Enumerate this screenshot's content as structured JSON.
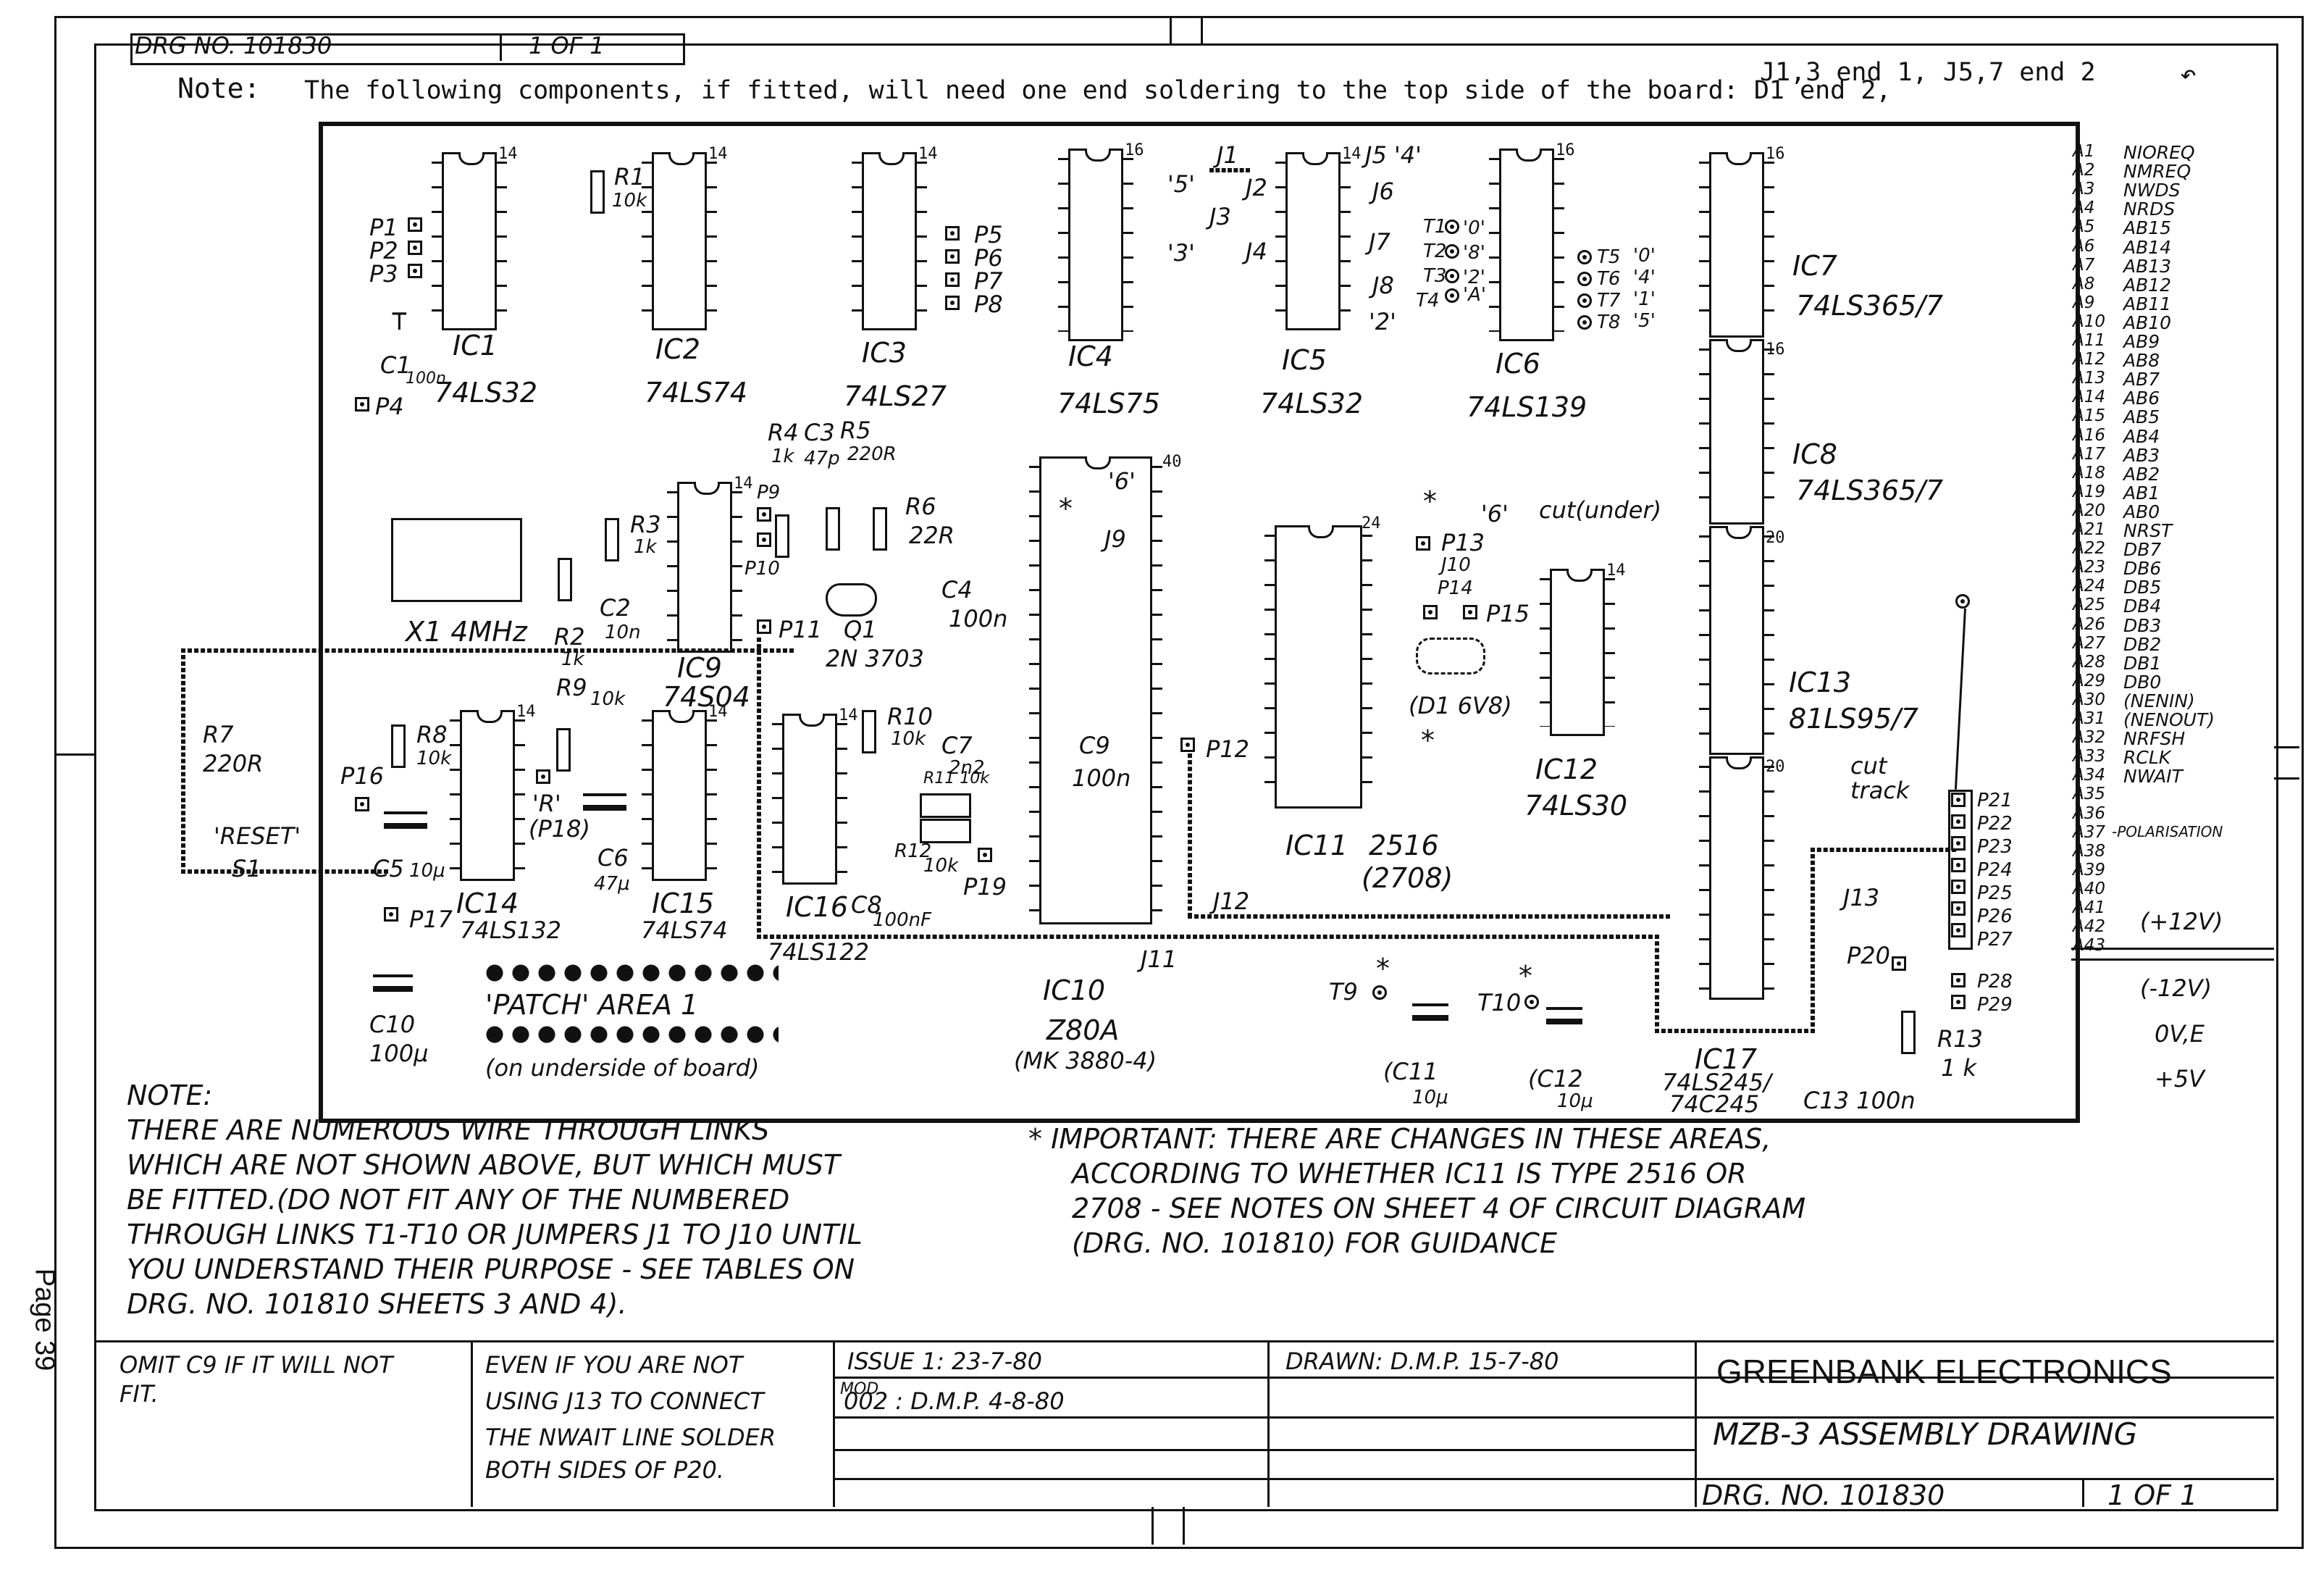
{
  "drawing_number_tab": {
    "label": "DRG NO. 101830",
    "sheet": "1 OF 1"
  },
  "page_label": "Page 39",
  "top_note": {
    "prefix": "Note:",
    "text": "The following components, if fitted, will need one end soldering to the top side of the board: D1 end 2,",
    "continuation": "J1,3 end 1, J5,7 end 2"
  },
  "ics": [
    {
      "ref": "IC1",
      "type": "74LS32",
      "pins_label": "14"
    },
    {
      "ref": "IC2",
      "type": "74LS74",
      "pins_label": "14"
    },
    {
      "ref": "IC3",
      "type": "74LS27",
      "pins_label": "14"
    },
    {
      "ref": "IC4",
      "type": "74LS75",
      "pins_label": "16"
    },
    {
      "ref": "IC5",
      "type": "74LS32",
      "pins_label": "14"
    },
    {
      "ref": "IC6",
      "type": "74LS139",
      "pins_label": "16"
    },
    {
      "ref": "IC7",
      "type": "74LS365/7",
      "pins_label": "16"
    },
    {
      "ref": "IC8",
      "type": "74LS365/7",
      "pins_label": "16"
    },
    {
      "ref": "IC9",
      "type": "74S04",
      "pins_label": "14"
    },
    {
      "ref": "IC10",
      "type": "Z80A",
      "sub": "(MK 3880-4)",
      "pins_label": "40"
    },
    {
      "ref": "IC11",
      "type": "2516",
      "sub": "(2708)",
      "pins_label": "24"
    },
    {
      "ref": "IC12",
      "type": "74LS30",
      "pins_label": "14"
    },
    {
      "ref": "IC13",
      "type": "81LS95/7",
      "pins_label": "20"
    },
    {
      "ref": "IC14",
      "type": "74LS132",
      "pins_label": "14"
    },
    {
      "ref": "IC15",
      "type": "74LS74",
      "pins_label": "14"
    },
    {
      "ref": "IC16",
      "type": "74LS122",
      "pins_label": "14"
    },
    {
      "ref": "IC17",
      "type": "74LS245/",
      "sub": "74C245",
      "pins_label": "20"
    }
  ],
  "passives": {
    "R1": "R1",
    "R1v": "10k",
    "R2": "R2",
    "R2v": "1k",
    "R3": "R3",
    "R3v": "1k",
    "R4": "R4",
    "R4v": "1k",
    "C3": "C3",
    "C3v": "47p",
    "R5": "R5",
    "R5v": "220R",
    "R6": "R6",
    "R6v": "22R",
    "R7": "R7",
    "R7v": "220R",
    "R8": "R8",
    "R8v": "10k",
    "R9": "R9",
    "R9v": "10k",
    "R10": "R10",
    "R10v": "10k",
    "R11": "R11 10k",
    "R12": "R12",
    "R12v": "10k",
    "R13": "R13",
    "R13v": "1 k",
    "C1": "C1",
    "C1v": "100n",
    "C2": "C2",
    "C2v": "10n",
    "C4": "C4",
    "C4v": "100n",
    "C5": "C5",
    "C5v": "10μ",
    "C6": "C6",
    "C6v": "47μ",
    "C7": "C7",
    "C7v": "2n2",
    "C8": "C8",
    "C8v": "100nF",
    "C9": "C9",
    "C9v": "100n",
    "C10": "C10",
    "C10v": "100μ",
    "C11": "(C11",
    "C11v": "10μ",
    "C12": "(C12",
    "C12v": "10μ",
    "C13": "C13 100n",
    "X1": "X1 4MHz",
    "Q1": "Q1",
    "Q1v": "2N 3703",
    "D1": "(D1 6V8)",
    "S1": "S1",
    "reset": "'RESET'",
    "cut_under": "cut(under)",
    "cut_track": "cut track",
    "R_pad": "'R'",
    "P18": "(P18)"
  },
  "pads": [
    "P1",
    "P2",
    "P3",
    "P4",
    "P5",
    "P6",
    "P7",
    "P8",
    "P9",
    "P10",
    "P11",
    "P12",
    "P13",
    "P14",
    "P15",
    "P16",
    "P17",
    "P19",
    "P20",
    "P21",
    "P22",
    "P23",
    "P24",
    "P25",
    "P26",
    "P27",
    "P28",
    "P29"
  ],
  "jumpers": [
    "J1",
    "J2",
    "J3",
    "J4",
    "J5",
    "J6",
    "J7",
    "J8",
    "J9",
    "J10",
    "J11",
    "J12",
    "J13"
  ],
  "jumper_marks": [
    "'5'",
    "'3'",
    "'4'",
    "'2'",
    "'6'"
  ],
  "test_points": {
    "left": [
      "T1",
      "T2",
      "T3",
      "T4"
    ],
    "left_vals": [
      "'0'",
      "'8'",
      "'2'",
      "'A'"
    ],
    "right": [
      "T5",
      "T6",
      "T7",
      "T8"
    ],
    "right_vals": [
      "'0'",
      "'4'",
      "'1'",
      "'5'"
    ],
    "T9": "T9",
    "T10": "T10"
  },
  "patch_area": {
    "title": "'PATCH' AREA 1",
    "note": "(on underside of board)"
  },
  "edge_connector": [
    [
      "A1",
      "NIOREQ"
    ],
    [
      "A2",
      "NMREQ"
    ],
    [
      "A3",
      "NWDS"
    ],
    [
      "A4",
      "NRDS"
    ],
    [
      "A5",
      "AB15"
    ],
    [
      "A6",
      "AB14"
    ],
    [
      "A7",
      "AB13"
    ],
    [
      "A8",
      "AB12"
    ],
    [
      "A9",
      "AB11"
    ],
    [
      "A10",
      "AB10"
    ],
    [
      "A11",
      "AB9"
    ],
    [
      "A12",
      "AB8"
    ],
    [
      "A13",
      "AB7"
    ],
    [
      "A14",
      "AB6"
    ],
    [
      "A15",
      "AB5"
    ],
    [
      "A16",
      "AB4"
    ],
    [
      "A17",
      "AB3"
    ],
    [
      "A18",
      "AB2"
    ],
    [
      "A19",
      "AB1"
    ],
    [
      "A20",
      "AB0"
    ],
    [
      "A21",
      "NRST"
    ],
    [
      "A22",
      "DB7"
    ],
    [
      "A23",
      "DB6"
    ],
    [
      "A24",
      "DB5"
    ],
    [
      "A25",
      "DB4"
    ],
    [
      "A26",
      "DB3"
    ],
    [
      "A27",
      "DB2"
    ],
    [
      "A28",
      "DB1"
    ],
    [
      "A29",
      "DB0"
    ],
    [
      "A30",
      "(NENIN)"
    ],
    [
      "A31",
      "(NENOUT)"
    ],
    [
      "A32",
      "NRFSH"
    ],
    [
      "A33",
      "RCLK"
    ],
    [
      "A34",
      "NWAIT"
    ],
    [
      "A35",
      ""
    ],
    [
      "A36",
      ""
    ],
    [
      "A37",
      "-POLARISATION"
    ],
    [
      "A38",
      ""
    ],
    [
      "A39",
      ""
    ],
    [
      "A40",
      ""
    ],
    [
      "A41",
      ""
    ],
    [
      "A42",
      ""
    ],
    [
      "A43",
      ""
    ]
  ],
  "edge_groups": [
    "(+12V)",
    "(-12V)",
    "0V,E",
    "+5V"
  ],
  "note_block": {
    "heading": "NOTE:",
    "lines": [
      "THERE ARE NUMEROUS WIRE THROUGH LINKS",
      "WHICH ARE NOT SHOWN ABOVE, BUT WHICH MUST",
      "BE FITTED.(DO NOT FIT ANY OF THE NUMBERED",
      "THROUGH LINKS T1-T10 OR JUMPERS J1 TO J10 UNTIL",
      "YOU UNDERSTAND THEIR PURPOSE - SEE TABLES ON",
      "DRG. NO. 101810 SHEETS 3 AND 4)."
    ]
  },
  "important_block": {
    "lines": [
      "* IMPORTANT: THERE ARE CHANGES IN THESE AREAS,",
      "ACCORDING TO WHETHER IC11 IS TYPE 2516 OR",
      "2708 - SEE NOTES ON SHEET 4 OF CIRCUIT DIAGRAM",
      "(DRG. NO. 101810) FOR GUIDANCE"
    ]
  },
  "title_block": {
    "omit_note": [
      "OMIT C9 IF IT WILL NOT",
      "FIT."
    ],
    "j13_note": [
      "EVEN IF YOU ARE NOT",
      "USING J13 TO CONNECT",
      "THE NWAIT LINE SOLDER",
      "BOTH SIDES OF P20."
    ],
    "issue": "ISSUE 1:   23-7-80",
    "mod": "MOD",
    "mod_line": "002 :  D.M.P.    4-8-80",
    "drawn": "DRAWN:  D.M.P.   15-7-80",
    "company": "GREENBANK ELECTRONICS",
    "title": "MZB-3  ASSEMBLY DRAWING",
    "drg": "DRG. NO.  101830",
    "sheet": "1 OF 1"
  }
}
